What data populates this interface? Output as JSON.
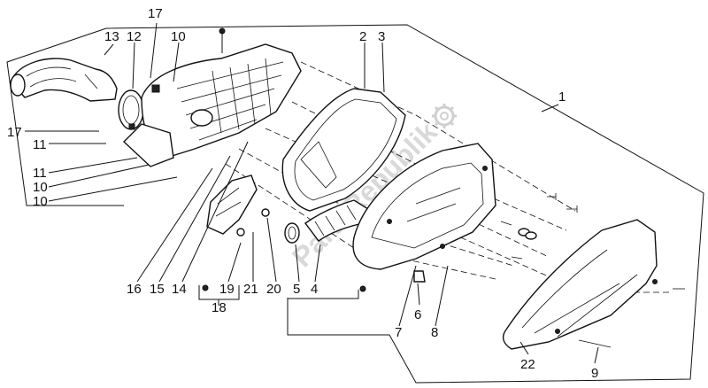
{
  "watermark": "PartsRepublik",
  "labels": {
    "l1": "1",
    "l2": "2",
    "l3": "3",
    "l4": "4",
    "l5": "5",
    "l6": "6",
    "l7": "7",
    "l8": "8",
    "l9": "9",
    "l10a": "10",
    "l10b": "10",
    "l10c": "10",
    "l11a": "11",
    "l11b": "11",
    "l12": "12",
    "l13": "13",
    "l14": "14",
    "l15": "15",
    "l16": "16",
    "l17a": "17",
    "l17b": "17",
    "l18": "18",
    "l19": "19",
    "l20": "20",
    "l21": "21",
    "l22": "22"
  },
  "icons": {
    "watermark_gear": "gear-icon"
  }
}
